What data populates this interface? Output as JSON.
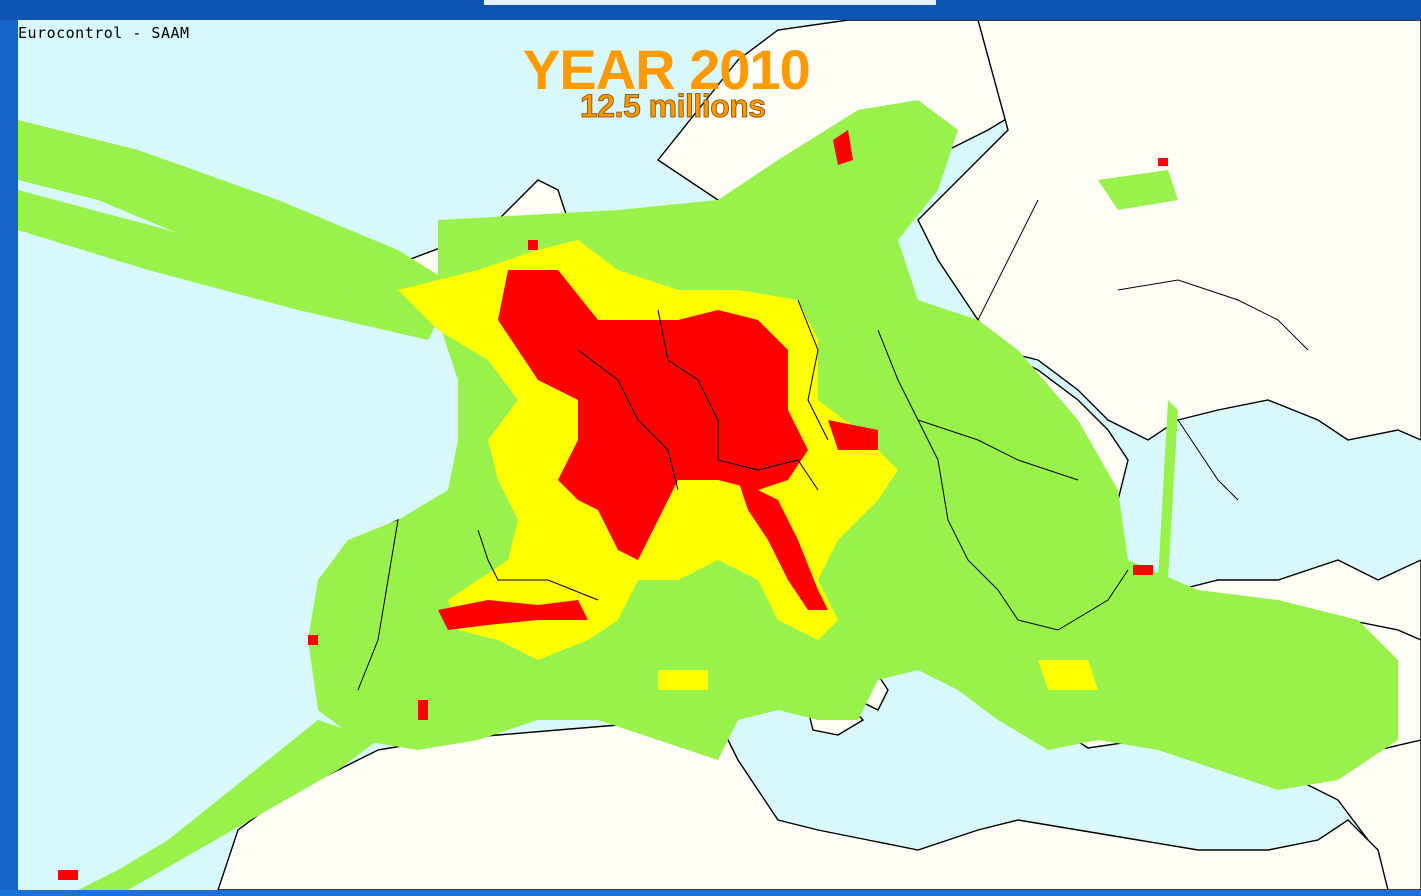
{
  "credit": "Eurocontrol - SAAM",
  "title": "YEAR 2010",
  "subtitle": "12.5 millions",
  "colors": {
    "sea": "#d8f8fc",
    "land": "#fffdf6",
    "border": "#000000",
    "low_traffic": "#99f24c",
    "medium_traffic": "#ffff00",
    "high_traffic": "#ff0000",
    "title": "#ff9900",
    "frame": "#1565c8"
  }
}
